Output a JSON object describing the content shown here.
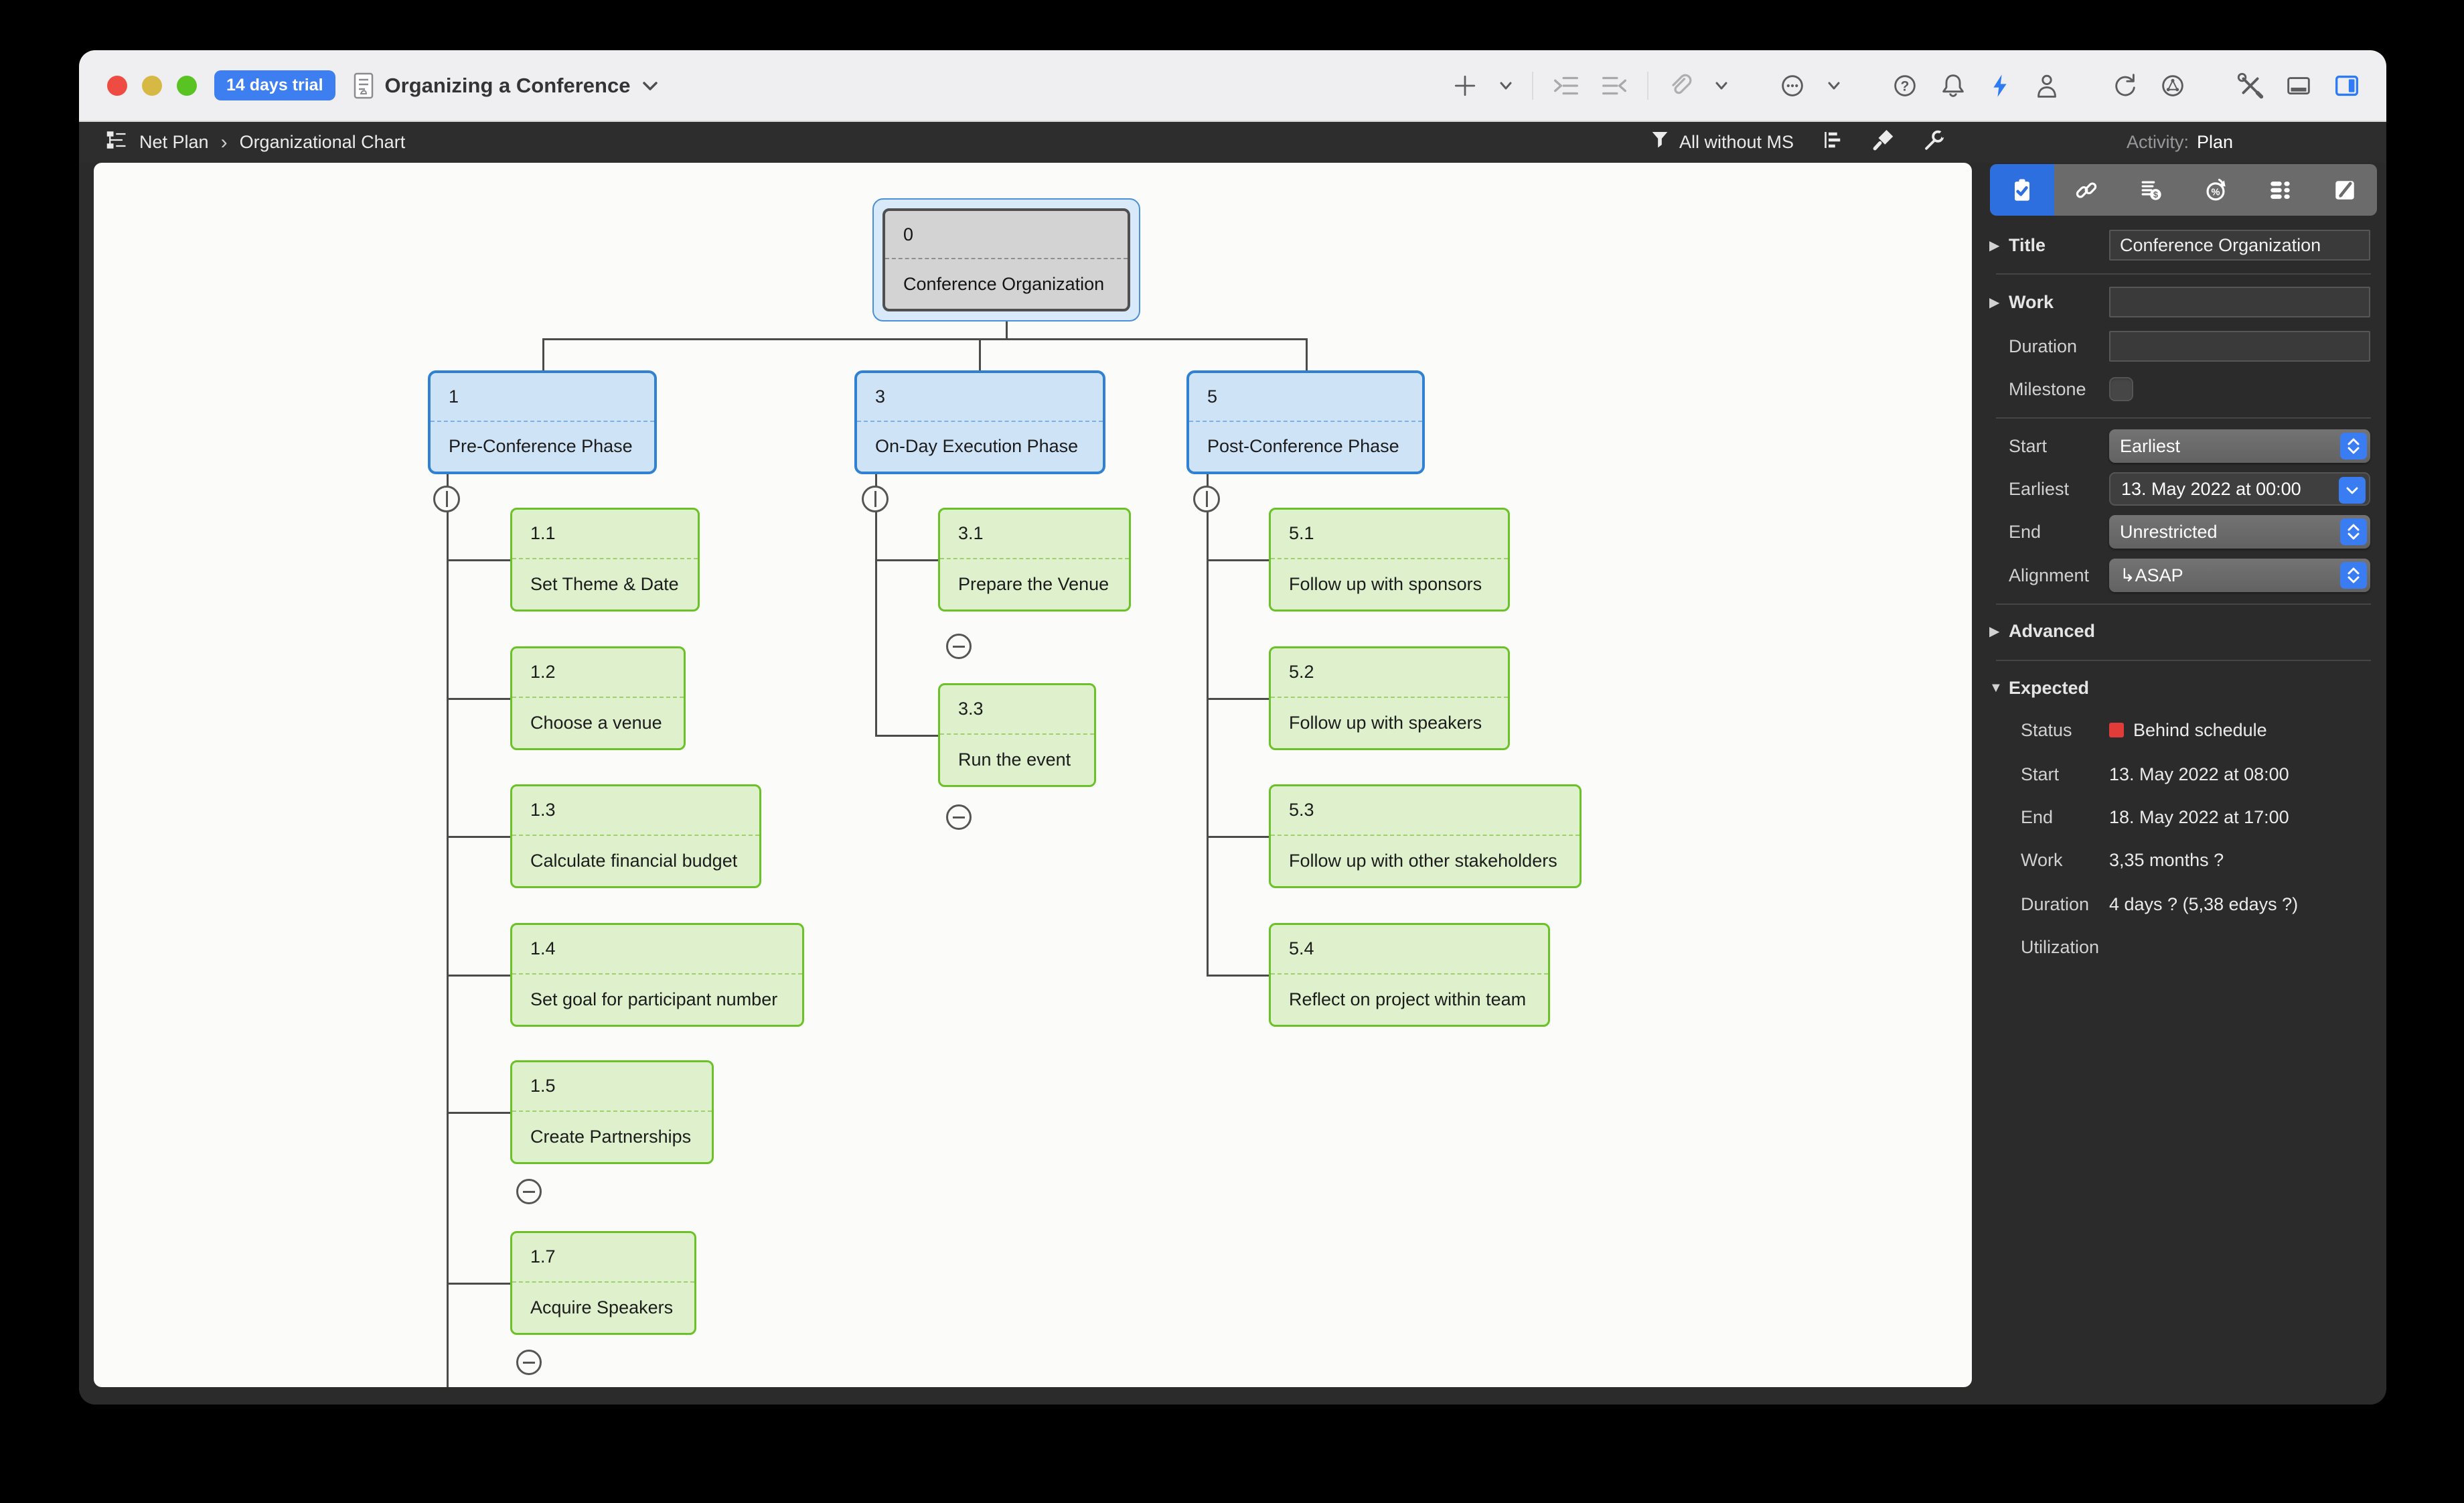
{
  "titlebar": {
    "trial_badge": "14 days trial",
    "document_title": "Organizing a Conference"
  },
  "toolbar": {
    "breadcrumb_root": "Net Plan",
    "breadcrumb_separator": "›",
    "breadcrumb_current": "Organizational Chart",
    "filter_label": "All without MS",
    "activity_label": "Activity:",
    "activity_value": "Plan"
  },
  "icons": {
    "titlebar_right": [
      "add",
      "chevron-down",
      "indent",
      "outdent",
      "attachment",
      "chevron-down",
      "more-circle",
      "chevron-down",
      "help",
      "notifications",
      "flash",
      "user",
      "sync",
      "network",
      "tools",
      "panel-bottom",
      "panel-right"
    ],
    "toolbar": [
      "net-plan",
      "filter-funnel",
      "outline-view",
      "format-brush",
      "settings-wrench"
    ],
    "inspector_tabs": [
      "plan-clipboard",
      "links-chain",
      "finance-cost",
      "utilization-clock",
      "resources-rows",
      "notes-edit"
    ]
  },
  "colors": {
    "accent": "#2e6fe0",
    "status_red": "#e13c39",
    "phase_fill": "#cfe3f7",
    "phase_border": "#3181d2",
    "task_fill": "#def0cc",
    "task_border": "#6ac228"
  },
  "inspector": {
    "title": {
      "label": "Title",
      "value": "Conference Organization"
    },
    "work": {
      "label": "Work",
      "value": ""
    },
    "duration": {
      "label": "Duration",
      "value": ""
    },
    "milestone": {
      "label": "Milestone"
    },
    "start": {
      "label": "Start",
      "value": "Earliest"
    },
    "earliest": {
      "label": "Earliest",
      "value": "13. May 2022 at 00:00"
    },
    "end": {
      "label": "End",
      "value": "Unrestricted"
    },
    "alignment": {
      "label": "Alignment",
      "value": "↳ASAP"
    },
    "advanced": {
      "label": "Advanced"
    },
    "expected": {
      "label": "Expected",
      "status_label": "Status",
      "status_value": "Behind schedule",
      "start_label": "Start",
      "start_value": "13. May 2022 at 08:00",
      "end_label": "End",
      "end_value": "18. May 2022 at 17:00",
      "work_label": "Work",
      "work_value": "3,35 months ?",
      "duration_label": "Duration",
      "duration_value": "4 days ? (5,38 edays ?)",
      "utilization_label": "Utilization",
      "utilization_value": ""
    }
  },
  "chart": {
    "type": "org-chart",
    "nodes": [
      {
        "number": "0",
        "title": "Conference Organization",
        "type": "root",
        "selected": true
      },
      {
        "number": "1",
        "title": "Pre-Conference Phase",
        "type": "phase"
      },
      {
        "number": "3",
        "title": "On-Day Execution Phase",
        "type": "phase"
      },
      {
        "number": "5",
        "title": "Post-Conference Phase",
        "type": "phase"
      },
      {
        "number": "1.1",
        "title": "Set Theme & Date",
        "type": "task"
      },
      {
        "number": "1.2",
        "title": "Choose a venue",
        "type": "task"
      },
      {
        "number": "1.3",
        "title": "Calculate financial budget",
        "type": "task"
      },
      {
        "number": "1.4",
        "title": "Set goal for participant number",
        "type": "task"
      },
      {
        "number": "1.5",
        "title": "Create Partnerships",
        "type": "task",
        "collapsed_children": true
      },
      {
        "number": "1.7",
        "title": "Acquire Speakers",
        "type": "task",
        "collapsed_children": true
      },
      {
        "number": "3.1",
        "title": "Prepare the Venue",
        "type": "task",
        "collapsed_children": true
      },
      {
        "number": "3.3",
        "title": "Run the event",
        "type": "task",
        "collapsed_children": true
      },
      {
        "number": "5.1",
        "title": "Follow up with sponsors",
        "type": "task"
      },
      {
        "number": "5.2",
        "title": "Follow up with speakers",
        "type": "task"
      },
      {
        "number": "5.3",
        "title": "Follow up with other stakeholders",
        "type": "task"
      },
      {
        "number": "5.4",
        "title": "Reflect on project within team",
        "type": "task"
      }
    ]
  }
}
